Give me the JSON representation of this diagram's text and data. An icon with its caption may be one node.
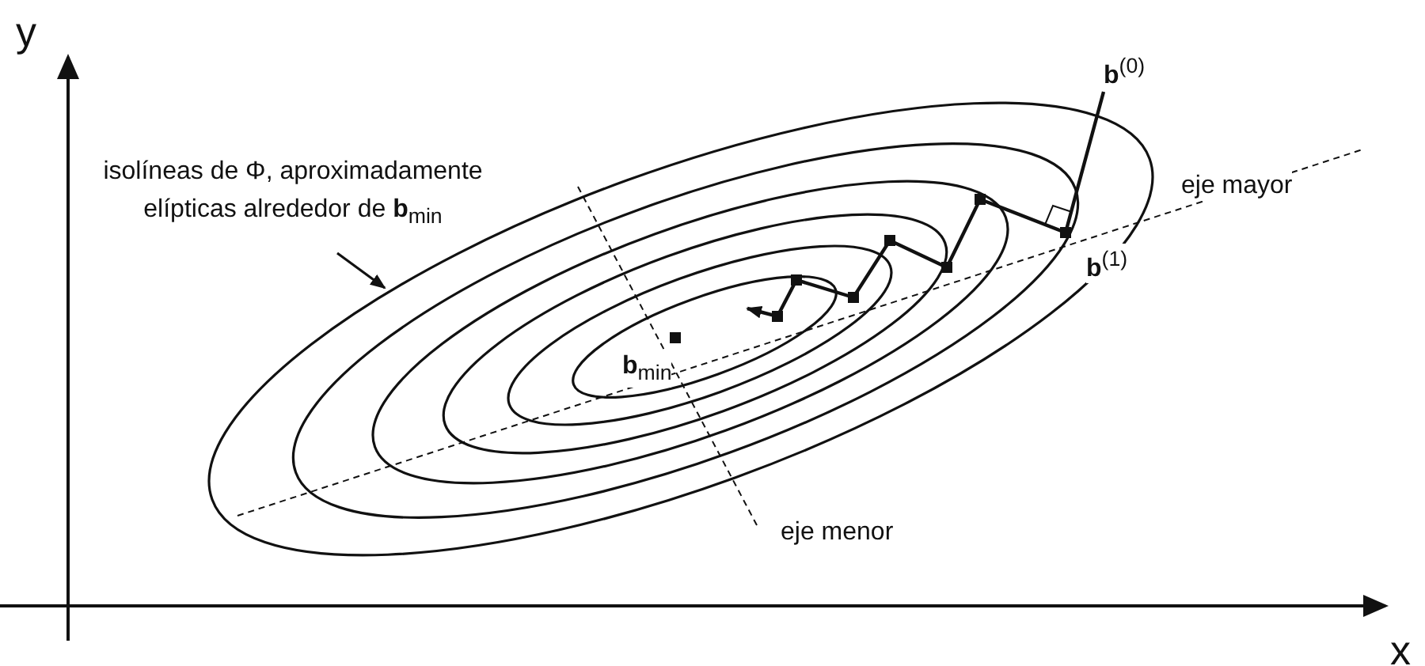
{
  "diagram": {
    "nodes": [
      {
        "text": [
          "isolíneas de Φ, aproximadamente elípticas alrededor de **b**$_{min}$"
        ]
      },
      {
        "text": [],
        "shape": "ellipse"
      }
    ],
    "edges": [
      {
        "from": 0,
        "to": 1,
        "arrow": "to"
      }
    ],
    "labels": [
      "y",
      "**b**$^{(0)}$",
      "eje mayor",
      "**b**$^{(1)}$",
      "**b**$_{min}$",
      "eje menor",
      "x"
    ]
  }
}
